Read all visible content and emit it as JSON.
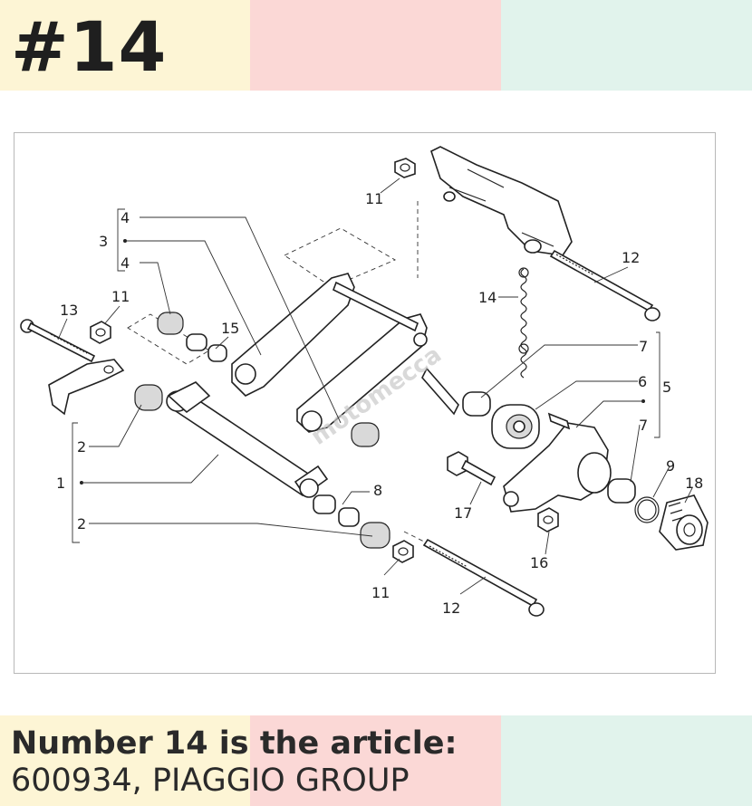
{
  "header": {
    "number_title": "#14"
  },
  "footer": {
    "title": "Number 14 is the article:",
    "subtitle": "600934, PIAGGIO GROUP"
  },
  "diagram": {
    "watermark": "motomecca",
    "callouts": [
      "11",
      "4",
      "3",
      "4",
      "12",
      "14",
      "13",
      "11",
      "15",
      "7",
      "6",
      "5",
      "7",
      "9",
      "18",
      "2",
      "1",
      "8",
      "17",
      "16",
      "2",
      "11",
      "12"
    ]
  },
  "colors": {
    "band_yellow": "#fdf5d5",
    "band_pink": "#fbd8d6",
    "band_green": "#e1f3ec",
    "text": "#1f1f1f"
  }
}
